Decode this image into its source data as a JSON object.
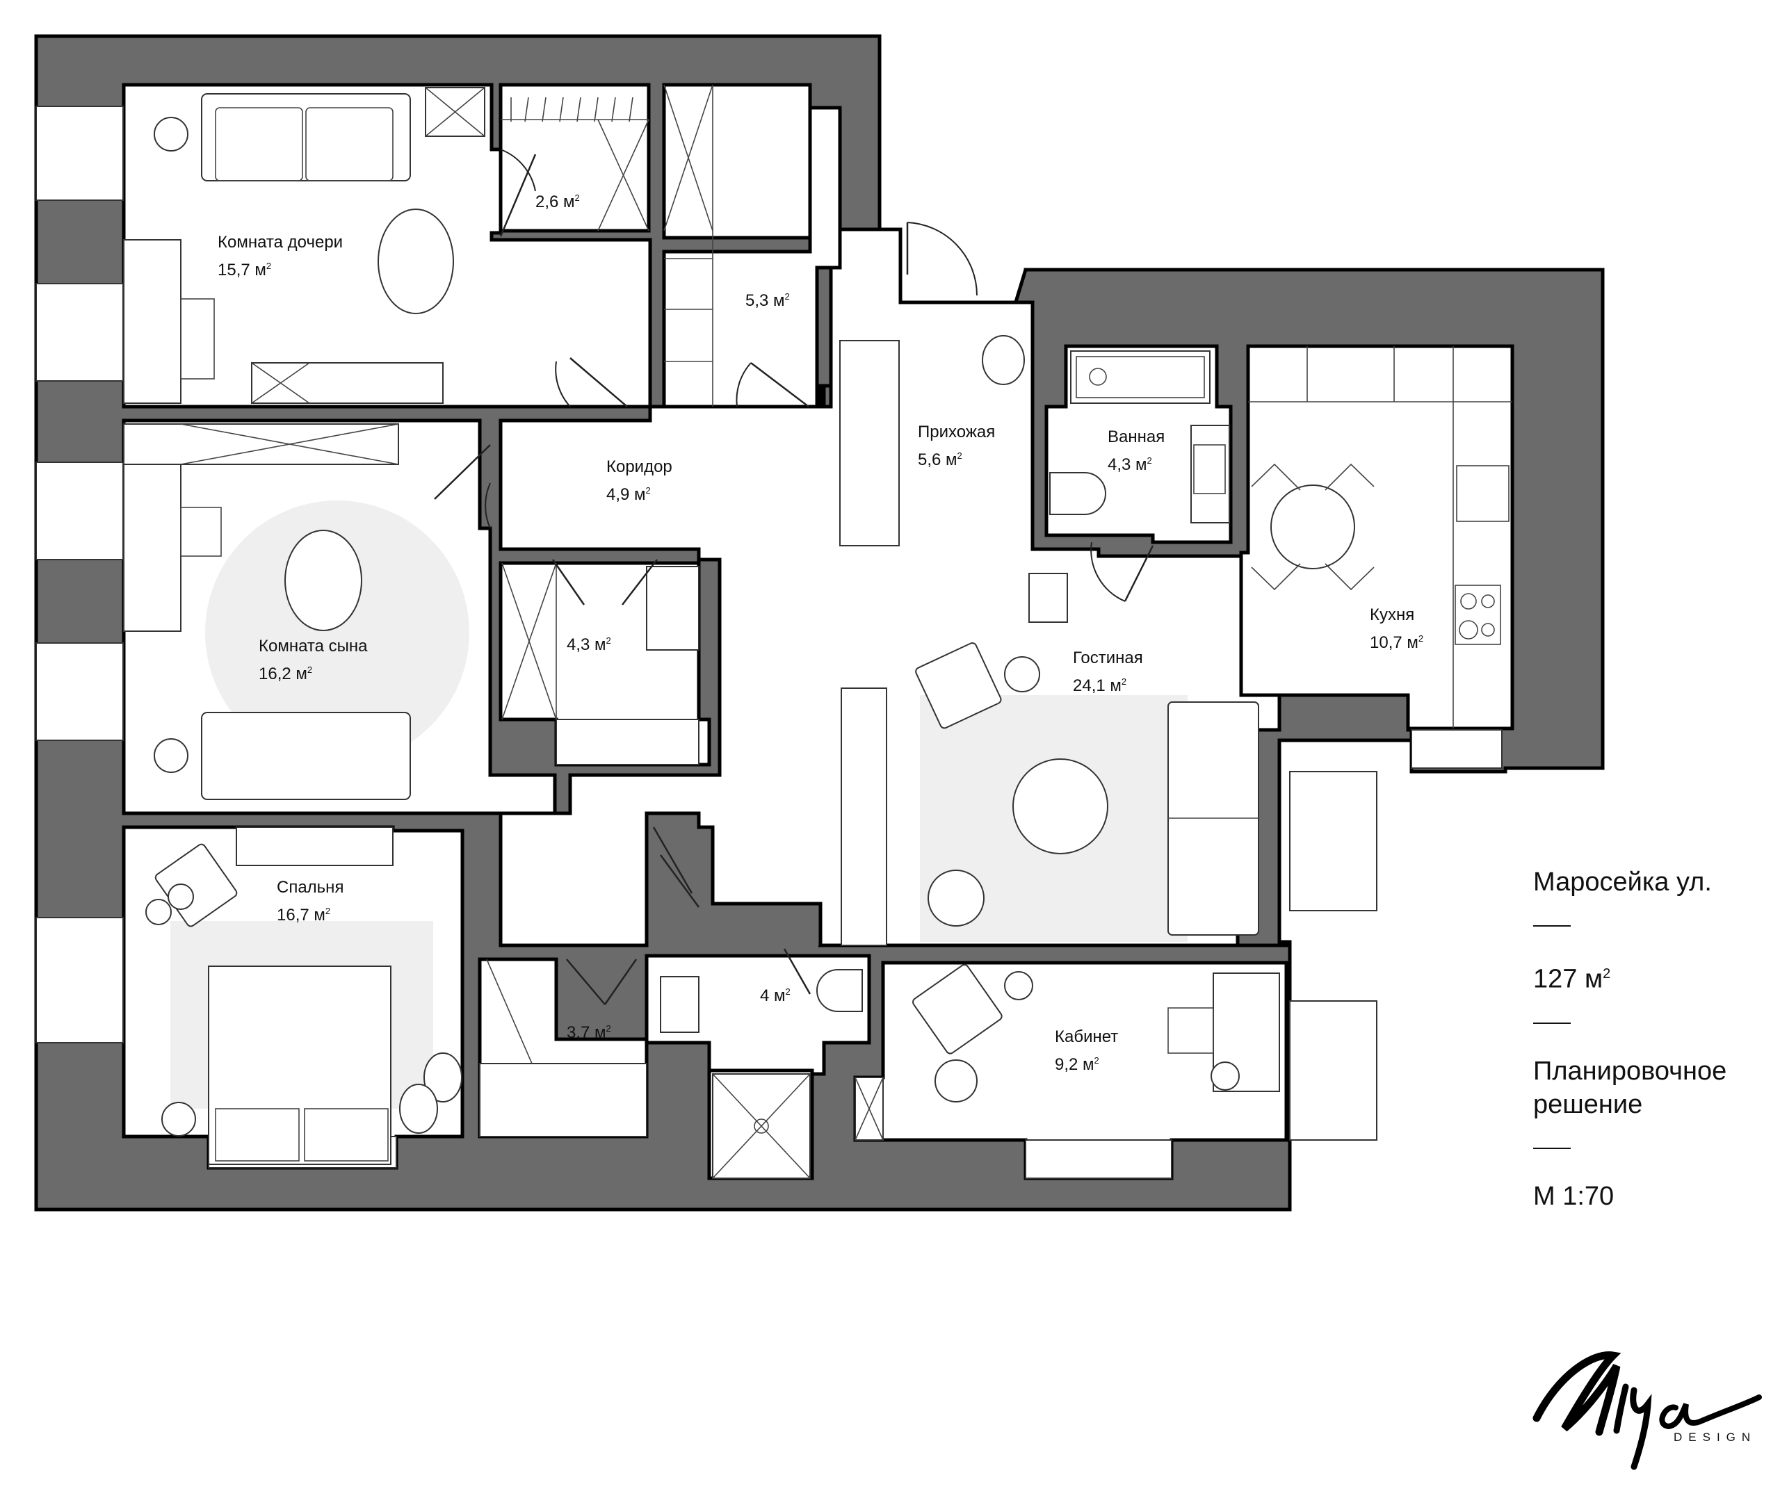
{
  "plan": {
    "wall_color": "#6b6b6b",
    "rug_color": "#efefef",
    "background": "#ffffff"
  },
  "rooms": [
    {
      "id": "daughter_room",
      "name": "Комната дочери",
      "area": "15,7 м",
      "sup": "2"
    },
    {
      "id": "closet_1",
      "name": "",
      "area": "2,6 м",
      "sup": "2"
    },
    {
      "id": "closet_2",
      "name": "",
      "area": "5,3 м",
      "sup": "2"
    },
    {
      "id": "hallway",
      "name": "Прихожая",
      "area": "5,6 м",
      "sup": "2"
    },
    {
      "id": "bathroom",
      "name": "Ванная",
      "area": "4,3 м",
      "sup": "2"
    },
    {
      "id": "corridor",
      "name": "Коридор",
      "area": "4,9 м",
      "sup": "2"
    },
    {
      "id": "son_room",
      "name": "Комната сына",
      "area": "16,2 м",
      "sup": "2"
    },
    {
      "id": "closet_3",
      "name": "",
      "area": "4,3 м",
      "sup": "2"
    },
    {
      "id": "kitchen",
      "name": "Кухня",
      "area": "10,7 м",
      "sup": "2"
    },
    {
      "id": "living_room",
      "name": "Гостиная",
      "area": "24,1 м",
      "sup": "2"
    },
    {
      "id": "bedroom",
      "name": "Спальня",
      "area": "16,7 м",
      "sup": "2"
    },
    {
      "id": "closet_4",
      "name": "",
      "area": "3,7 м",
      "sup": "2"
    },
    {
      "id": "wc",
      "name": "",
      "area": "4 м",
      "sup": "2"
    },
    {
      "id": "study",
      "name": "Кабинет",
      "area": "9,2 м",
      "sup": "2"
    }
  ],
  "legend": {
    "street": "Маросейка ул.",
    "total_area": "127 м",
    "total_area_sup": "2",
    "title_line1": "Планировочное",
    "title_line2": "решение",
    "scale": "М 1:70"
  },
  "logo": {
    "script": "Aiya",
    "subtitle": "DESIGN"
  }
}
